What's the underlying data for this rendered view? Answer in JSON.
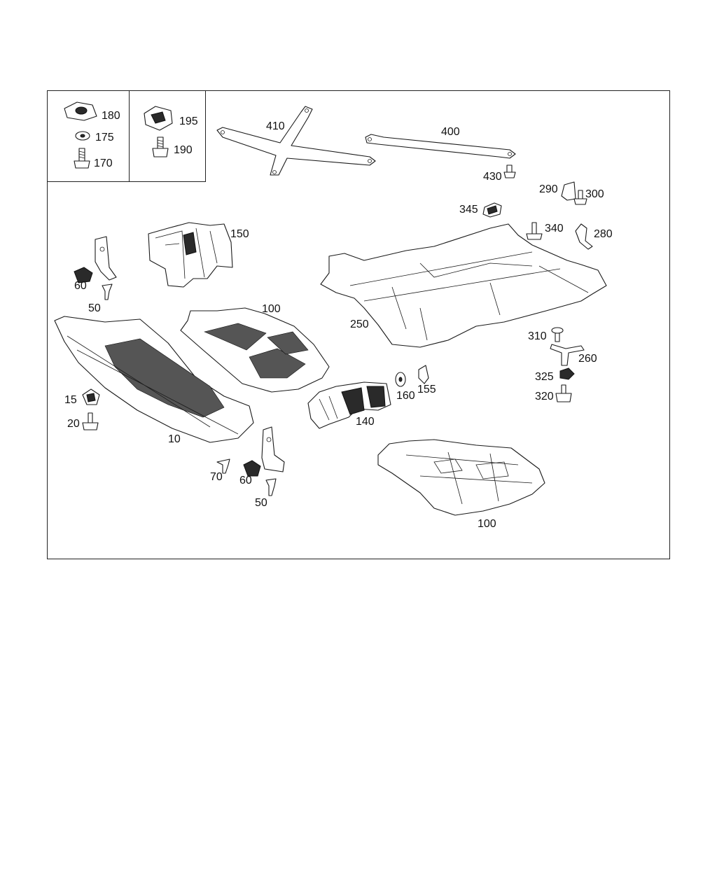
{
  "callouts": {
    "p180": "180",
    "p175": "175",
    "p170": "170",
    "p195": "195",
    "p190": "190",
    "p410": "410",
    "p400": "400",
    "p430": "430",
    "p290": "290",
    "p300": "300",
    "p345": "345",
    "p340": "340",
    "p280": "280",
    "p150": "150",
    "p60a": "60",
    "p50a": "50",
    "p100a": "100",
    "p250": "250",
    "p310": "310",
    "p260": "260",
    "p325": "325",
    "p320": "320",
    "p160": "160",
    "p155": "155",
    "p140": "140",
    "p15": "15",
    "p20": "20",
    "p10": "10",
    "p70": "70",
    "p60b": "60",
    "p50b": "50",
    "p100b": "100"
  }
}
